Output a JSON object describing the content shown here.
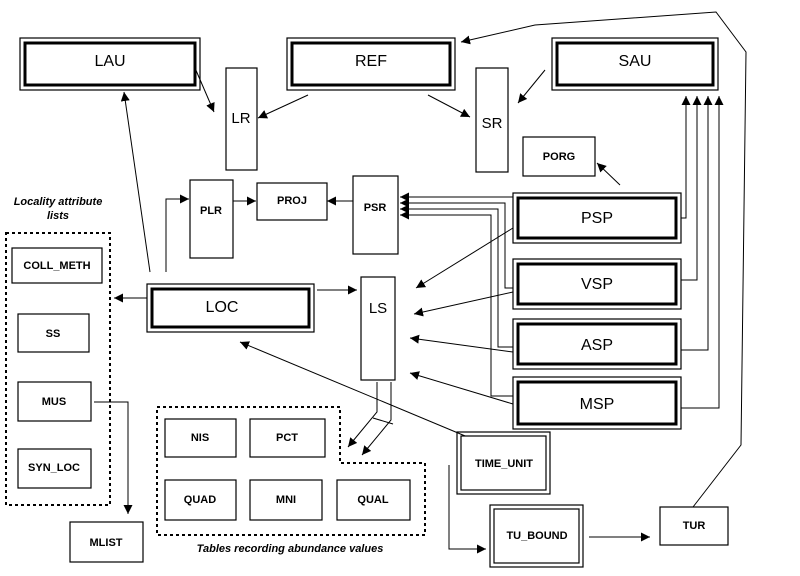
{
  "nodes": {
    "lau": "LAU",
    "ref": "REF",
    "sau": "SAU",
    "lr": "LR",
    "sr": "SR",
    "porg": "PORG",
    "plr": "PLR",
    "proj": "PROJ",
    "psr": "PSR",
    "psp": "PSP",
    "vsp": "VSP",
    "asp": "ASP",
    "msp": "MSP",
    "loc": "LOC",
    "ls": "LS",
    "coll_meth": "COLL_METH",
    "ss": "SS",
    "mus": "MUS",
    "syn_loc": "SYN_LOC",
    "mlist": "MLIST",
    "nis": "NIS",
    "pct": "PCT",
    "quad": "QUAD",
    "mni": "MNI",
    "qual": "QUAL",
    "time_unit": "TIME_UNIT",
    "tu_bound": "TU_BOUND",
    "tur": "TUR"
  },
  "groups": {
    "locality_line1": "Locality attribute",
    "locality_line2": "lists",
    "tables_caption": "Tables recording abundance values"
  }
}
